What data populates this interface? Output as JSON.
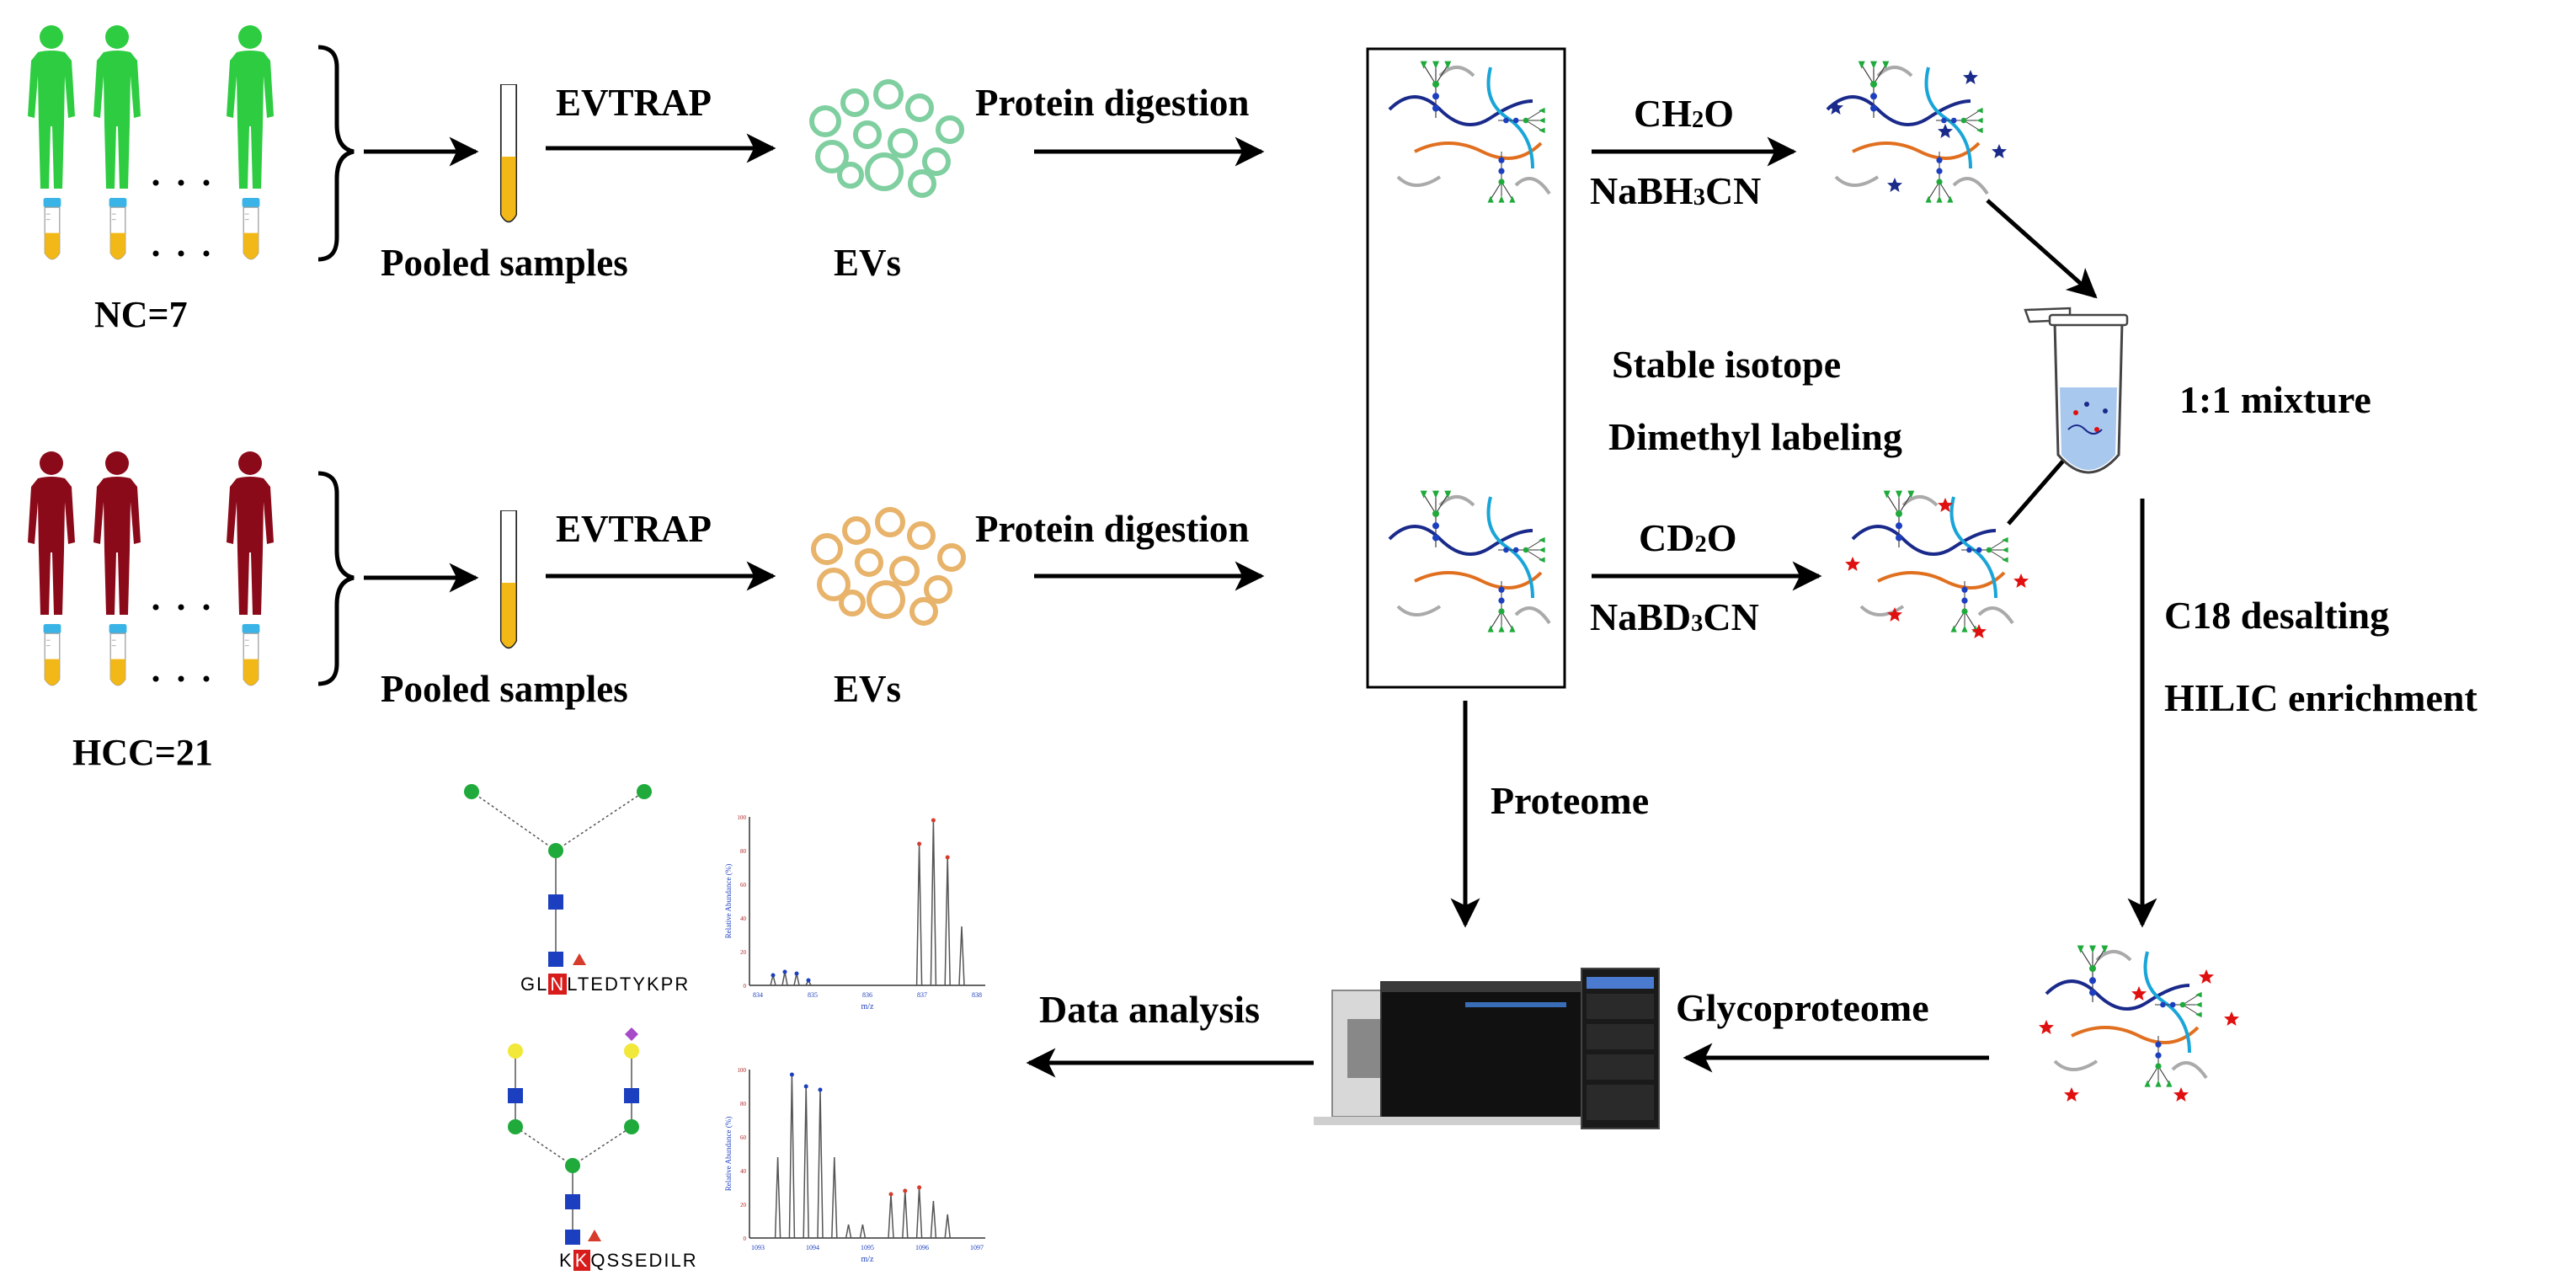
{
  "groups": [
    {
      "id": "nc",
      "label": "NC=7",
      "color": "#2ecc40"
    },
    {
      "id": "hcc",
      "label": "HCC=21",
      "color": "#8b0a1a"
    }
  ],
  "steps": {
    "pooled": "Pooled samples",
    "isolation": "EVTRAP",
    "evs": "EVs",
    "digestion": "Protein digestion",
    "light_reagent_1": "CH",
    "light_reagent_1_sub": "2",
    "light_reagent_1_end": "O",
    "light_reagent_2": "NaBH",
    "light_reagent_2_sub": "3",
    "light_reagent_2_end": "CN",
    "heavy_reagent_1": "CD",
    "heavy_reagent_1_sub": "2",
    "heavy_reagent_1_end": "O",
    "heavy_reagent_2": "NaBD",
    "heavy_reagent_2_sub": "3",
    "heavy_reagent_2_end": "CN",
    "labeling_1": "Stable isotope",
    "labeling_2": "Dimethyl labeling",
    "mixture": "1:1 mixture",
    "desalt": "C18 desalting",
    "enrich": "HILIC enrichment",
    "proteome": "Proteome",
    "glycoproteome": "Glycoproteome",
    "analysis": "Data analysis"
  },
  "peptides": {
    "p1_pre": "GL",
    "p1_site": "N",
    "p1_post": "LTEDTYKPR",
    "p2_pre": "K",
    "p2_site": "K",
    "p2_post": "QSSEDILR"
  },
  "spectra": {
    "ylabel": "Relative Abundance (%)",
    "xlabel": "m/z",
    "s1_ticks": [
      "834",
      "835",
      "836",
      "837",
      "838"
    ],
    "s2_ticks": [
      "1093",
      "1094",
      "1095",
      "1096",
      "1097"
    ],
    "y_ticks": [
      "100",
      "80",
      "60",
      "40",
      "20",
      "0"
    ]
  },
  "colors": {
    "nc_green": "#2ecc40",
    "hcc_red": "#8b0a1a",
    "tube_yellow": "#f2b817",
    "tube_cap": "#3ab4e6",
    "ev_green": "#7fcfa0",
    "ev_orange": "#e8b36a",
    "glyco_blue": "#1a2a8a",
    "star_red": "#e01010"
  }
}
